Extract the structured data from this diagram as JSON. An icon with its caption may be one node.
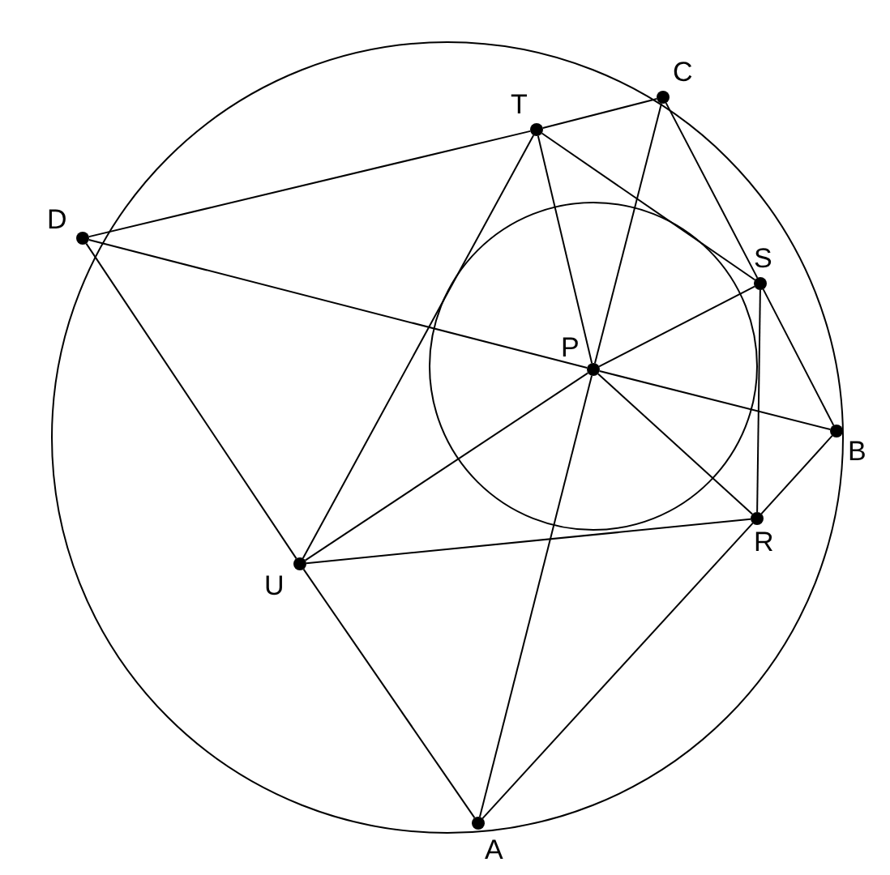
{
  "diagram": {
    "nodes": [
      {
        "text": [
          "C"
        ]
      },
      {
        "text": [
          "T"
        ]
      },
      {
        "text": [
          "D"
        ]
      },
      {
        "text": [
          "S"
        ]
      },
      {
        "text": [
          "P"
        ]
      },
      {
        "text": [
          "B"
        ]
      },
      {
        "text": [
          "R"
        ]
      },
      {
        "text": [
          "U"
        ]
      },
      {
        "text": [
          "A"
        ]
      }
    ],
    "edges": [
      {
        "from": 2,
        "to": 1,
        "arrow": "none"
      },
      {
        "from": 1,
        "to": 0,
        "arrow": "none"
      },
      {
        "from": 0,
        "to": 3,
        "arrow": "none"
      },
      {
        "from": 3,
        "to": 5,
        "arrow": "none"
      },
      {
        "from": 5,
        "to": 6,
        "arrow": "none"
      },
      {
        "from": 6,
        "to": 8,
        "arrow": "none"
      },
      {
        "from": 8,
        "to": 7,
        "arrow": "none"
      },
      {
        "from": 7,
        "to": 2,
        "arrow": "none"
      },
      {
        "from": 8,
        "to": 4,
        "arrow": "none"
      },
      {
        "from": 4,
        "to": 0,
        "arrow": "none"
      },
      {
        "from": 2,
        "to": 4,
        "arrow": "none"
      },
      {
        "from": 4,
        "to": 5,
        "arrow": "none"
      },
      {
        "from": 4,
        "to": 1,
        "arrow": "none"
      },
      {
        "from": 4,
        "to": 3,
        "arrow": "none"
      },
      {
        "from": 4,
        "to": 6,
        "arrow": "none"
      },
      {
        "from": 4,
        "to": 7,
        "arrow": "none"
      },
      {
        "from": 1,
        "to": 3,
        "arrow": "none"
      },
      {
        "from": 3,
        "to": 6,
        "arrow": "none"
      },
      {
        "from": 6,
        "to": 7,
        "arrow": "none"
      },
      {
        "from": 7,
        "to": 1,
        "arrow": "none"
      }
    ]
  }
}
